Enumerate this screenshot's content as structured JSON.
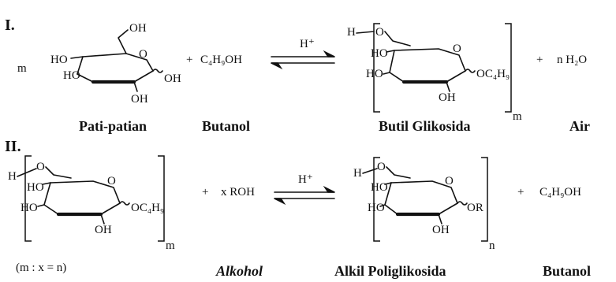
{
  "reactions": [
    {
      "numeral": "I.",
      "reactant1_label": "Pati-patian",
      "reactant1_coef": "m",
      "reactant2_formula": "C₄H₉OH",
      "reactant2_label": "Butanol",
      "catalyst": "H⁺",
      "product1_label": "Butil Glikosida",
      "product1_subscript": "m",
      "product1_substituent": "OC₄H₉",
      "product2_formula": "n H₂O",
      "product2_label": "Air",
      "plus": "+"
    },
    {
      "numeral": "II.",
      "reactant1_subscript": "m",
      "reactant1_substituent": "OC₄H₉",
      "reactant1_note": "(m : x = n)",
      "reactant2_formula": "x ROH",
      "reactant2_label": "Alkohol",
      "catalyst": "H⁺",
      "product1_label": "Alkil Poliglikosida",
      "product1_subscript": "n",
      "product1_substituent": "OR",
      "product2_formula": "C₄H₉OH",
      "product2_label": "Butanol",
      "plus": "+"
    }
  ],
  "ring_labels": {
    "oh": "OH",
    "ho": "HO",
    "o": "O",
    "h": "H",
    "ho_dash": "HO"
  }
}
